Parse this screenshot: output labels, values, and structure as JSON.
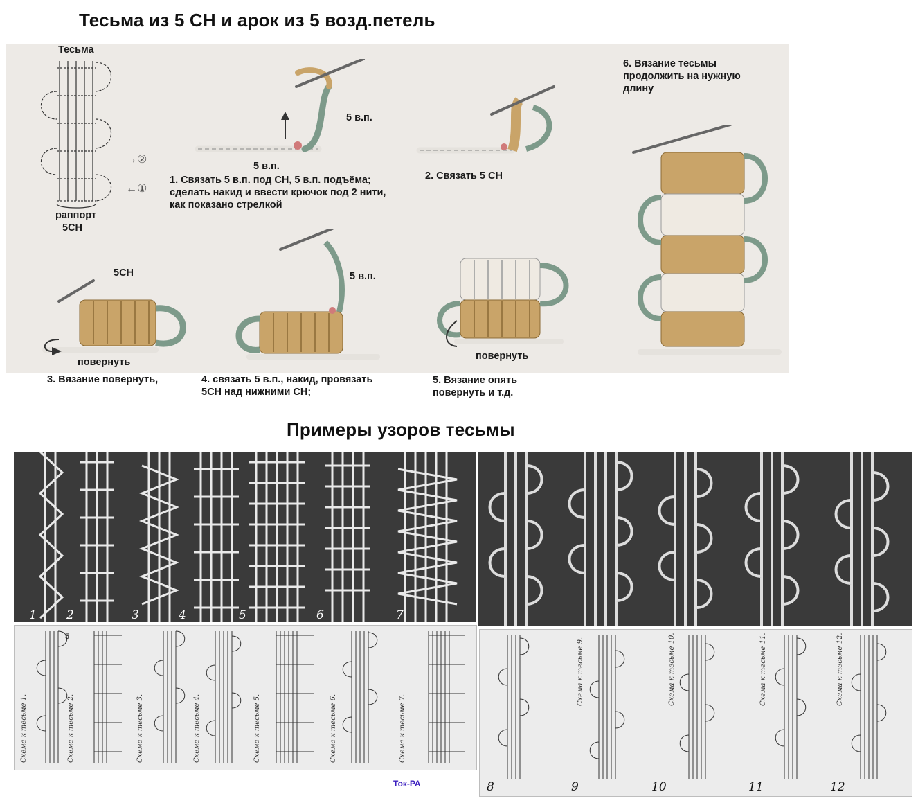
{
  "title_main": "Тесьма из 5 СН и арок из 5 возд.петель",
  "title_examples": "Примеры узоров тесьмы",
  "scheme": {
    "label_top": "Тесьма",
    "rapport_line1": "раппорт",
    "rapport_line2": "5СН",
    "arrow1": "①",
    "arrow2": "②"
  },
  "steps": {
    "s1_vp_a": "5 в.п.",
    "s1_vp_b": "5 в.п.",
    "s1_text": [
      "1. Связать 5 в.п. под СН, 5 в.п. подъёма;",
      "сделать накид и ввести крючок под 2 нити,",
      "как показано стрелкой"
    ],
    "s2_text": "2. Связать 5 СН",
    "s3_label": "5СН",
    "s3_turn": "повернуть",
    "s3_text": "3. Вязание повернуть,",
    "s4_vp": "5 в.п.",
    "s4_text": [
      "4. связать 5 в.п., накид, провязать",
      "5СН над нижними СН;"
    ],
    "s5_turn": "повернуть",
    "s5_text": [
      "5. Вязание опять",
      "повернуть и т.д."
    ],
    "s6_text": [
      "6. Вязание тесьмы",
      "продолжить на нужную",
      "длину"
    ]
  },
  "photo_numbers": [
    "1",
    "2",
    "3",
    "4",
    "5",
    "6",
    "7"
  ],
  "photo2_numbers": [
    "8",
    "9",
    "10",
    "11",
    "12"
  ],
  "schema_captions": [
    "Схема к тесьме 1.",
    "Схема к тесьме 2.",
    "Схема к тесьме 3.",
    "Схема к тесьме 4.",
    "Схема к тесьме 5.",
    "Схема к тесьме 6.",
    "Схема к тесьме 7."
  ],
  "schema2_captions": [
    "Схема к тесьме 9.",
    "Схема к тесьме 10.",
    "Схема к тесьме 11.",
    "Схема к тесьме 12."
  ],
  "arc_label": "5",
  "signature": "Ток-РА",
  "colors": {
    "tan": "#c9a469",
    "green": "#7d9a8a",
    "cream": "#efeae2",
    "dark": "#3a3a3a"
  }
}
